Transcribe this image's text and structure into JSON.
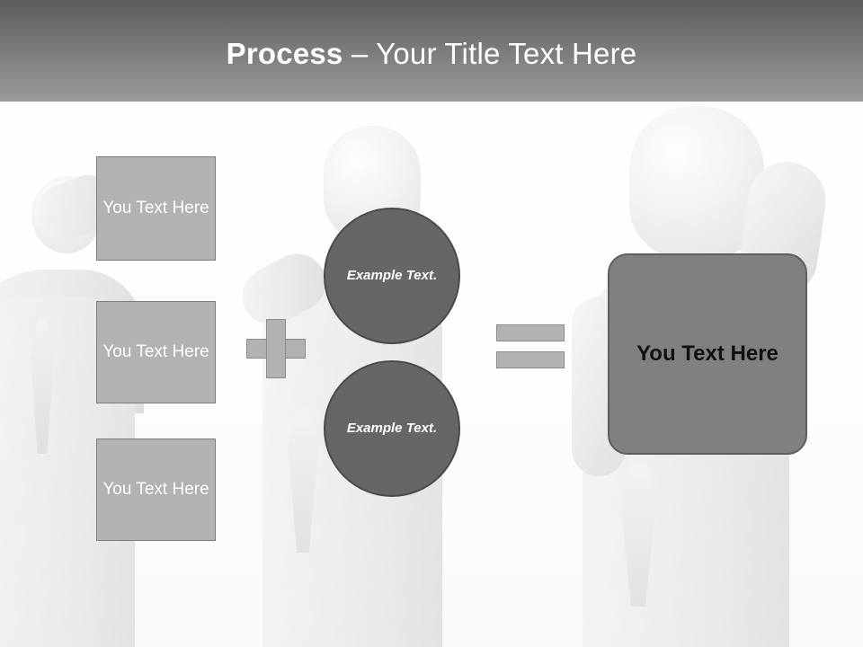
{
  "slide": {
    "title": {
      "bold": "Process",
      "rest": " – Your Title Text Here"
    }
  },
  "left_column": {
    "boxes": [
      {
        "label": "You Text Here"
      },
      {
        "label": "You Text Here"
      },
      {
        "label": "You Text Here"
      }
    ]
  },
  "operators": {
    "plus": "+",
    "equals": "="
  },
  "circles": [
    {
      "label": "Example Text."
    },
    {
      "label": "Example Text."
    }
  ],
  "result": {
    "label": "You Text Here"
  },
  "colors": {
    "title_bar_dark": "#5c5c5c",
    "title_bar_light": "#9a9a9a",
    "box_fill": "#b2b2b2",
    "box_border": "#7d7d7d",
    "circle_fill": "#666666",
    "circle_border": "#4a4a4a",
    "result_fill": "#808080",
    "result_border": "#5e5e5e",
    "title_text": "#ffffff"
  }
}
